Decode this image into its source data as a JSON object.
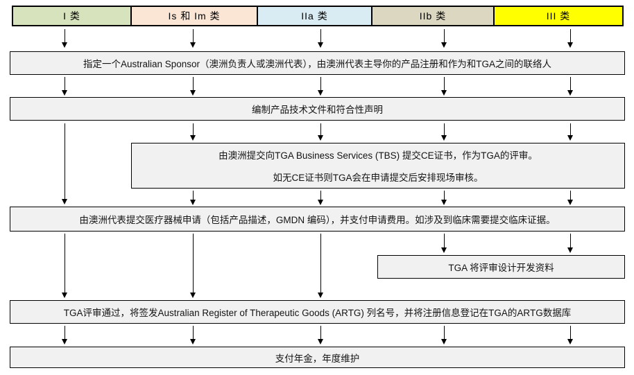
{
  "categories": [
    {
      "label": "I 类",
      "bg": "#d6e3bc"
    },
    {
      "label": "Is 和 Im 类",
      "bg": "#fbe5d5"
    },
    {
      "label": "IIa 类",
      "bg": "#d9ebf3"
    },
    {
      "label": "IIb 类",
      "bg": "#dbd7c1"
    },
    {
      "label": "III 类",
      "bg": "#ffff00"
    }
  ],
  "steps": {
    "appoint_sponsor": "指定一个Australian Sponsor（澳洲负责人或澳洲代表），由澳洲代表主导你的产品注册和作为和TGA之间的联络人",
    "technical_docs": "编制产品技术文件和符合性声明",
    "ce_submission_line1": "由澳洲提交向TGA Business Services (TBS) 提交CE证书，作为TGA的评审。",
    "ce_submission_line2": "如无CE证书则TGA会在申请提交后安排现场审核。",
    "device_application": "由澳洲代表提交医疗器械申请（包括产品描述，GMDN 编码），并支付申请费用。如涉及到临床需要提交临床证据。",
    "design_review": "TGA 将评审设计开发资料",
    "artg_listing": "TGA评审通过，将签发Australian Register of Therapeutic Goods (ARTG) 列名号，并将注册信息登记在TGA的ARTG数据库",
    "annual_fee": "支付年金，年度维护"
  },
  "colors": {
    "process_box_fill": "#f1f1f1",
    "box_border": "#000000",
    "class_I": "#d6e3bc",
    "class_Is_Im": "#fbe5d5",
    "class_IIa": "#d9ebf3",
    "class_IIb": "#dbd7c1",
    "class_III": "#ffff00"
  }
}
